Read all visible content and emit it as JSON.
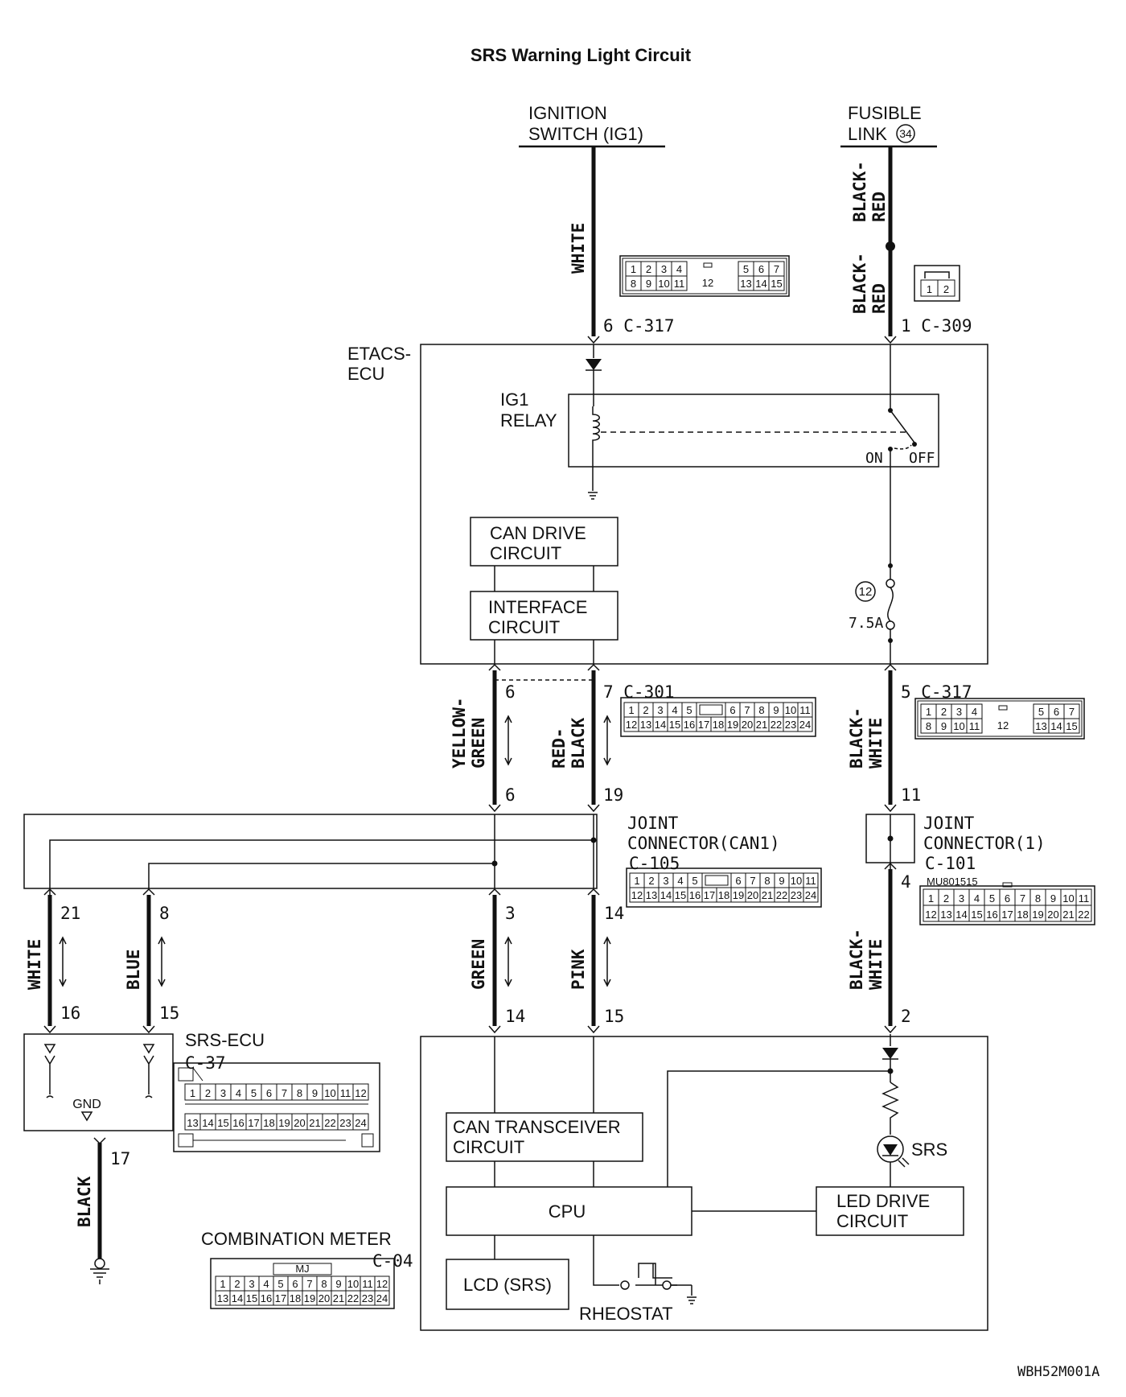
{
  "title": "SRS Warning Light Circuit",
  "figure_code": "WBH52M001A",
  "sources": {
    "ignition": [
      "IGNITION",
      "SWITCH (IG1)"
    ],
    "fusible": [
      "FUSIBLE",
      "LINK"
    ],
    "fusible_num": "34"
  },
  "components": {
    "etacs": [
      "ETACS-",
      "ECU"
    ],
    "ig1_relay": [
      "IG1",
      "RELAY"
    ],
    "relay_on": "ON",
    "relay_off": "OFF",
    "fuse_num": "12",
    "fuse_rating": "7.5A",
    "can_drive": [
      "CAN DRIVE",
      "CIRCUIT"
    ],
    "interface": [
      "INTERFACE",
      "CIRCUIT"
    ],
    "joint_can1": [
      "JOINT",
      "CONNECTOR(CAN1)",
      "C-105"
    ],
    "joint_1": [
      "JOINT",
      "CONNECTOR(1)",
      "C-101"
    ],
    "joint_1_part": "MU801515",
    "srs_ecu": [
      "SRS-ECU",
      "C-37"
    ],
    "gnd": "GND",
    "combination_meter": [
      "COMBINATION METER",
      "C-04"
    ],
    "can_transceiver": [
      "CAN TRANSCEIVER",
      "CIRCUIT"
    ],
    "cpu": "CPU",
    "led_drive": [
      "LED DRIVE",
      "CIRCUIT"
    ],
    "lcd": "LCD (SRS)",
    "rheostat": "RHEOSTAT",
    "srs_led": "SRS"
  },
  "wires": {
    "white_top": "WHITE",
    "black_red_1": [
      "BLACK-",
      "RED"
    ],
    "black_red_2": [
      "BLACK-",
      "RED"
    ],
    "yellow_green": [
      "YELLOW-",
      "GREEN"
    ],
    "red_black": [
      "RED-",
      "BLACK"
    ],
    "black_white_1": [
      "BLACK-",
      "WHITE"
    ],
    "white_srs": "WHITE",
    "blue": "BLUE",
    "green": "GREEN",
    "pink": "PINK",
    "black_white_2": [
      "BLACK-",
      "WHITE"
    ],
    "black_gnd": "BLACK"
  },
  "pins": {
    "c317_6": "6 C-317",
    "c309_1": "1 C-309",
    "c301_6": "6",
    "c301_7": "7 C-301",
    "c317_5": "5 C-317",
    "j_6": "6",
    "j_19": "19",
    "j_11": "11",
    "p_21": "21",
    "p_8": "8",
    "p_3": "3",
    "p_14": "14",
    "p_4": "4",
    "p_16": "16",
    "p_15a": "15",
    "p_14b": "14",
    "p_15b": "15",
    "p_2": "2",
    "p_17": "17"
  },
  "connector_faces": {
    "c317_top": {
      "row1": [
        "1",
        "2",
        "3",
        "4",
        "5",
        "6",
        "7"
      ],
      "row2": [
        "8",
        "9",
        "10",
        "11",
        "13",
        "14",
        "15"
      ],
      "center": "12"
    },
    "c309": {
      "cells": [
        "1",
        "2"
      ]
    },
    "c301": {
      "row1": [
        "1",
        "2",
        "3",
        "4",
        "5",
        "6",
        "7",
        "8",
        "9",
        "10",
        "11"
      ],
      "row2": [
        "12",
        "13",
        "14",
        "15",
        "16",
        "17",
        "18",
        "19",
        "20",
        "21",
        "22",
        "23",
        "24"
      ]
    },
    "c317_mid": {
      "row1": [
        "1",
        "2",
        "3",
        "4",
        "5",
        "6",
        "7"
      ],
      "row2": [
        "8",
        "9",
        "10",
        "11",
        "13",
        "14",
        "15"
      ],
      "center": "12"
    },
    "c105": {
      "row1": [
        "1",
        "2",
        "3",
        "4",
        "5",
        "6",
        "7",
        "8",
        "9",
        "10",
        "11"
      ],
      "row2": [
        "12",
        "13",
        "14",
        "15",
        "16",
        "17",
        "18",
        "19",
        "20",
        "21",
        "22",
        "23",
        "24"
      ]
    },
    "c101": {
      "row1": [
        "1",
        "2",
        "3",
        "4",
        "5",
        "6",
        "7",
        "8",
        "9",
        "10",
        "11"
      ],
      "row2": [
        "12",
        "13",
        "14",
        "15",
        "16",
        "17",
        "18",
        "19",
        "20",
        "21",
        "22"
      ]
    },
    "c37": {
      "row1": [
        "1",
        "2",
        "3",
        "4",
        "5",
        "6",
        "7",
        "8",
        "9",
        "10",
        "11",
        "12"
      ],
      "row2": [
        "13",
        "14",
        "15",
        "16",
        "17",
        "18",
        "19",
        "20",
        "21",
        "22",
        "23",
        "24"
      ]
    },
    "c04": {
      "row1": [
        "1",
        "2",
        "3",
        "4",
        "5",
        "6",
        "7",
        "8",
        "9",
        "10",
        "11",
        "12"
      ],
      "row2": [
        "13",
        "14",
        "15",
        "16",
        "17",
        "18",
        "19",
        "20",
        "21",
        "22",
        "23",
        "24"
      ],
      "tab": "MJ"
    }
  }
}
